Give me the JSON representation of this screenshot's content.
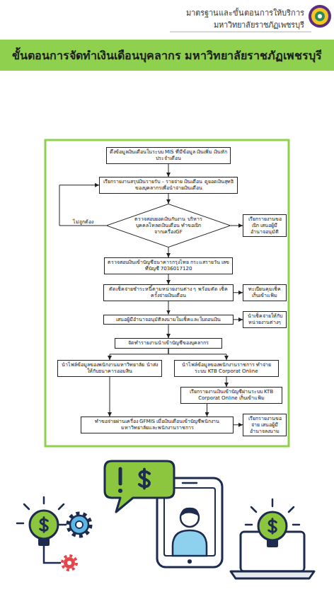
{
  "diagram": {
    "title": "ขั้นตอนการจัดทำเงินเดือนบุคลากร มหาวิทยาลัยราชภัฏเพชรบุรี",
    "nodes": [
      {
        "text": [
          "ดึงข้อมูลเงินเดือนในระบบ MIS ที่มีข้อมูล เงินเพิ่ม เงินหัก ประจำเดือน"
        ]
      },
      {
        "text": [
          "เรียกรายงานสรุปเงินรายรับ – รายจ่าย เงินเดือน ดูยอดเงินสุทธิ ของบุคลากรเพื่อนำจ่ายเงินเดือน"
        ]
      },
      {
        "text": [
          "ตรวจสอบยอดเงินกับงาน บริหารบุคคลโหลดเงินเดือน ทำขอเบิกจากเครื่องGF"
        ]
      },
      {
        "text": [
          "เรียกรายงานขอเบิก เสนอผู้มีอำนาจอนุมัติ"
        ]
      },
      {
        "text": [
          "ตรวจสอบเงินเข้าบัญชีธนาคารกรุงไทย กระแสรายวัน เลขที่บัญชี 7036017120"
        ]
      },
      {
        "text": [
          "ตัดเช็คจ่ายชำระหนี้ตามหน่วยงานต่าง ๆ พร้อมตัด เช็คครั้งจ่ายเงินเดือน"
        ]
      },
      {
        "text": [
          "ทะเบียนคุมเช็ค เก็บเข้าแฟ้ม"
        ]
      },
      {
        "text": [
          "เสนอผู้มีอำนาจอนุมัติลงนามในเช็คและใบถอนเงิน"
        ]
      },
      {
        "text": [
          "นำเช็คจ่ายให้กับ หน่วยงานต่างๆ"
        ]
      },
      {
        "text": [
          "จัดทำรายงานนำเข้าบัญชีของบุคลากร"
        ]
      },
      {
        "text": [
          "นำไฟล์ข้อมูลของพนักงานมหาวิทยาลัย นำส่งให้กับธนาคารออมสิน"
        ]
      },
      {
        "text": [
          "นำไฟล์ข้อมูลของพนักงานราชการ ทำจ่ายระบบ KTB Corporat Online"
        ]
      },
      {
        "text": [
          "เรียกรายงานเงินเข้าบัญชีผ่านระบบ KTB Corporat Online เก็บเข้าแฟ้ม"
        ]
      },
      {
        "text": [
          "ทำขอจ่ายผ่านเครื่อง GFMIS เมื่อเงินเดือนเข้าบัญชีพนักงาน มหาวิทยาลัยและพนักงานราชการ"
        ]
      },
      {
        "text": [
          "เรียกรายงานขอจ่าย เสนอผู้มีอำนาจลงนาม"
        ]
      }
    ],
    "edges": [
      {
        "from": 0,
        "to": 1,
        "arrow": "to"
      },
      {
        "from": 1,
        "to": 2,
        "arrow": "to"
      },
      {
        "from": 2,
        "to": 3,
        "arrow": "to"
      },
      {
        "from": 2,
        "to": 1,
        "label": "ไม่ถูกต้อง",
        "arrow": "to"
      },
      {
        "from": 2,
        "to": 4,
        "arrow": "to"
      },
      {
        "from": 4,
        "to": 5,
        "arrow": "to"
      },
      {
        "from": 5,
        "to": 6,
        "arrow": "to"
      },
      {
        "from": 5,
        "to": 7,
        "arrow": "to"
      },
      {
        "from": 7,
        "to": 8,
        "arrow": "to"
      },
      {
        "from": 7,
        "to": 9,
        "arrow": "to"
      },
      {
        "from": 9,
        "to": 10,
        "arrow": "to"
      },
      {
        "from": 9,
        "to": 11,
        "arrow": "to"
      },
      {
        "from": 11,
        "to": 12,
        "arrow": "to"
      },
      {
        "from": 10,
        "to": 13,
        "arrow": "to"
      },
      {
        "from": 12,
        "to": 13,
        "arrow": "to"
      },
      {
        "from": 13,
        "to": 14,
        "arrow": "to"
      }
    ],
    "labels": [
      "มาตรฐานและขั้นตอนการให้บริการ",
      "มหาวิทยาลัยราชภัฏเพชรบุรี"
    ]
  }
}
